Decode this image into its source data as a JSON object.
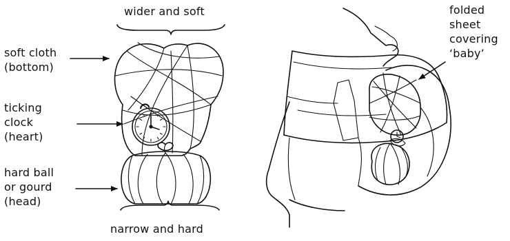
{
  "labels": {
    "top": "wider and soft",
    "bottom": "narrow and hard",
    "soft_cloth": [
      "soft cloth",
      "(bottom)"
    ],
    "clock": [
      "ticking",
      "clock",
      "(heart)"
    ],
    "ball": [
      "hard ball",
      "or gourd",
      "(head)"
    ],
    "sheet": [
      "folded",
      "sheet",
      "covering",
      "‘baby’"
    ]
  },
  "colors": {
    "ink": "#111111",
    "paper": "#ffffff"
  }
}
